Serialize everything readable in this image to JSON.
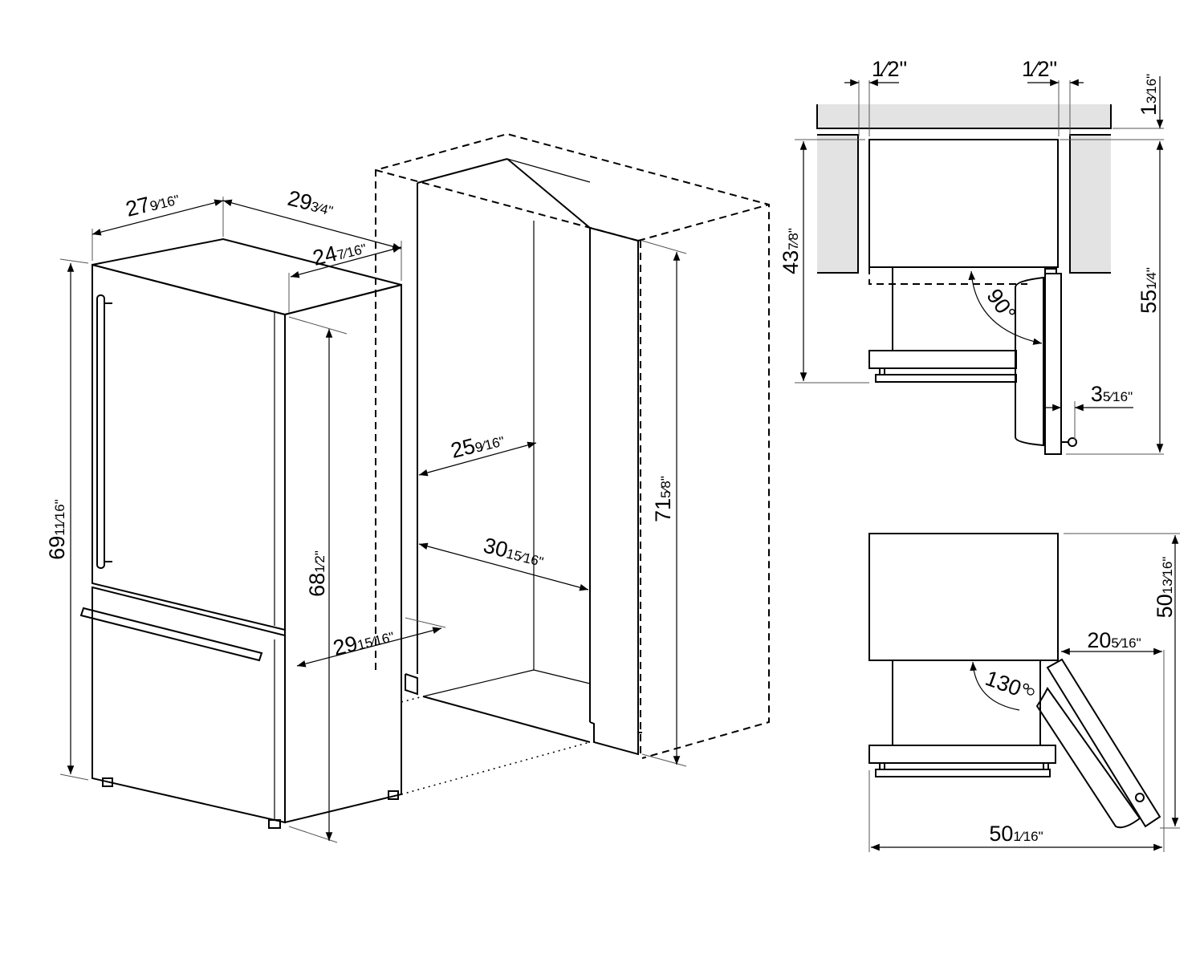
{
  "dims": {
    "fridge_width": {
      "whole": "27",
      "fraction": "9⁄16\""
    },
    "fridge_depth_total": {
      "whole": "29",
      "fraction": "3⁄4\""
    },
    "fridge_depth_body": {
      "whole": "24",
      "fraction": "7⁄16\""
    },
    "fridge_height_total": {
      "whole": "69",
      "fraction": "11⁄16\""
    },
    "fridge_height_body": {
      "whole": "68",
      "fraction": "1⁄2\""
    },
    "fridge_depth_door_open": {
      "whole": "29",
      "fraction": "15⁄16\""
    },
    "niche_depth": {
      "whole": "25",
      "fraction": "9⁄16\""
    },
    "niche_width": {
      "whole": "30",
      "fraction": "15⁄16\""
    },
    "niche_height": {
      "whole": "71",
      "fraction": "5⁄8\""
    },
    "gap_left": {
      "whole": "",
      "fraction": "1⁄2\""
    },
    "gap_right": {
      "whole": "",
      "fraction": "1⁄2\""
    },
    "countertop_gap": {
      "whole": "1",
      "fraction": "3⁄16\""
    },
    "depth_90": {
      "whole": "43",
      "fraction": "7⁄8\""
    },
    "total_depth_90": {
      "whole": "55",
      "fraction": "1⁄4\""
    },
    "handle_clearance": {
      "whole": "3",
      "fraction": "5⁄16\""
    },
    "total_depth_130": {
      "whole": "50",
      "fraction": "13⁄16\""
    },
    "door_overhang_130": {
      "whole": "20",
      "fraction": "5⁄16\""
    },
    "total_width_130": {
      "whole": "50",
      "fraction": "1⁄16\""
    }
  },
  "angles": {
    "open_90": "90°",
    "open_130": "130°"
  }
}
